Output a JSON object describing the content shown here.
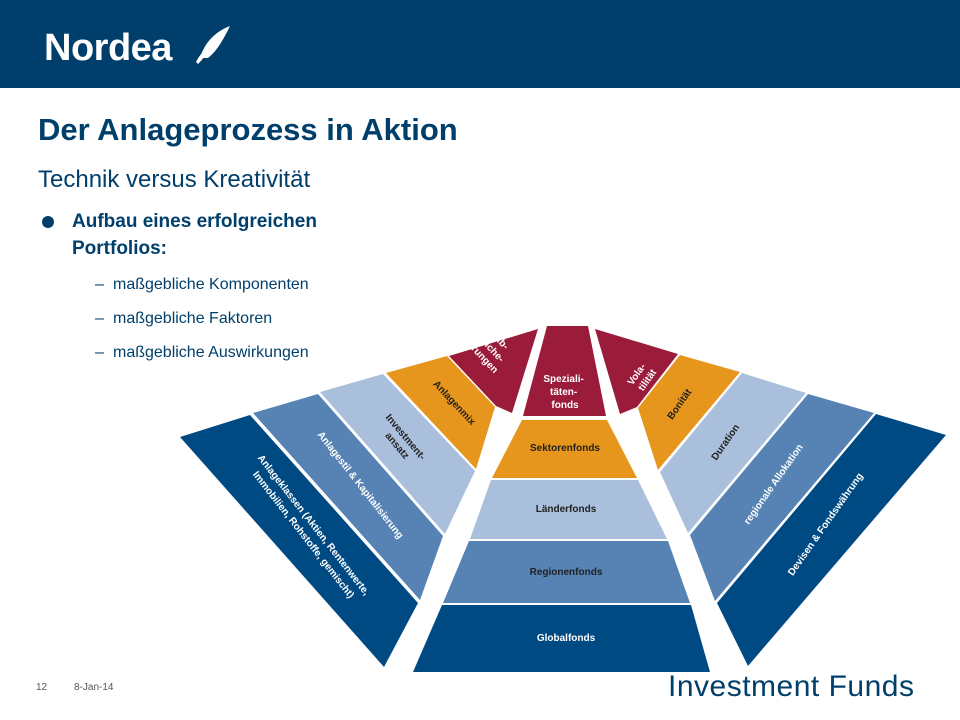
{
  "logo": {
    "text": "Nordea"
  },
  "title": "Der Anlageprozess in Aktion",
  "subtitle": "Technik versus Kreativität",
  "bullet": {
    "text": "Aufbau eines erfolgreichen Portfolios:"
  },
  "subitems": [
    "maßgebliche Komponenten",
    "maßgebliche Faktoren",
    "maßgebliche Auswirkungen"
  ],
  "diagram": {
    "pyramid": [
      "Spezialitätenfonds",
      "Sektorenfonds",
      "Länderfonds",
      "Regionenfonds",
      "Globalfonds"
    ],
    "pyramid_lines": {
      "special": [
        "Speziali-",
        "täten-",
        "fonds"
      ]
    },
    "left_fan": {
      "a": [
        "Ab-",
        "siche-",
        "rungen"
      ],
      "b": "Anlagenmix",
      "c": [
        "Investment-",
        "ansatz"
      ],
      "d": "Anlagestil & Kapitalisierung",
      "e": [
        "Anlageklassen (Aktien, Rentenwerte,",
        "Immobilien, Rohstoffe, gemischt)"
      ]
    },
    "right_fan": {
      "a": [
        "Vola-",
        "tilität"
      ],
      "b": "Bonität",
      "c": "Duration",
      "d": "regionale Allokation",
      "e": "Devisen & Fondswährung"
    },
    "colors": {
      "red": "#9b1b3a",
      "orange": "#e6961c",
      "light_blue": "#a9bfdc",
      "mid_blue": "#5683b4",
      "dark_blue": "#004a83"
    }
  },
  "footer": {
    "page": "12",
    "date": "8-Jan-14",
    "brand": "Investment Funds"
  }
}
